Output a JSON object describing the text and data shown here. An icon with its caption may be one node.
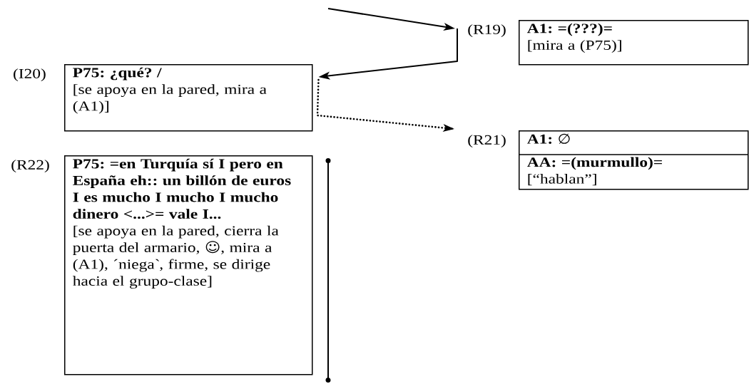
{
  "diagram": {
    "nodes": [
      {
        "text": [
          "A1: =(???)=",
          "[mira a (P75)]"
        ],
        "beside": [
          "(R19)"
        ]
      },
      {
        "text": [
          "P75: ¿qué? /",
          "[se apoya en la pared, mira a (A1)]"
        ],
        "beside": [
          "(I20)"
        ]
      },
      {
        "text": [
          "A1: ∅",
          "AA: =(murmullo)=",
          "[“hablan”]"
        ],
        "beside": [
          "(R21)"
        ]
      },
      {
        "text": [
          "P75: =en Turquía sí I pero en España eh:: un billón de euros I es mucho I mucho I mucho dinero <...>= vale I...",
          "[se apoya en la pared, cierra la puerta del armario, ☺, mira a (A1), ´niega`, firme, se dirige hacia el grupo-clase]"
        ],
        "beside": [
          "(R22)"
        ]
      }
    ],
    "edges": [
      {
        "from": null,
        "to": 0,
        "arrow": "to"
      },
      {
        "from": 0,
        "to": 1,
        "arrow": "to"
      },
      {
        "from": 1,
        "to": 2,
        "arrow": "to",
        "style": "dashed"
      }
    ]
  }
}
